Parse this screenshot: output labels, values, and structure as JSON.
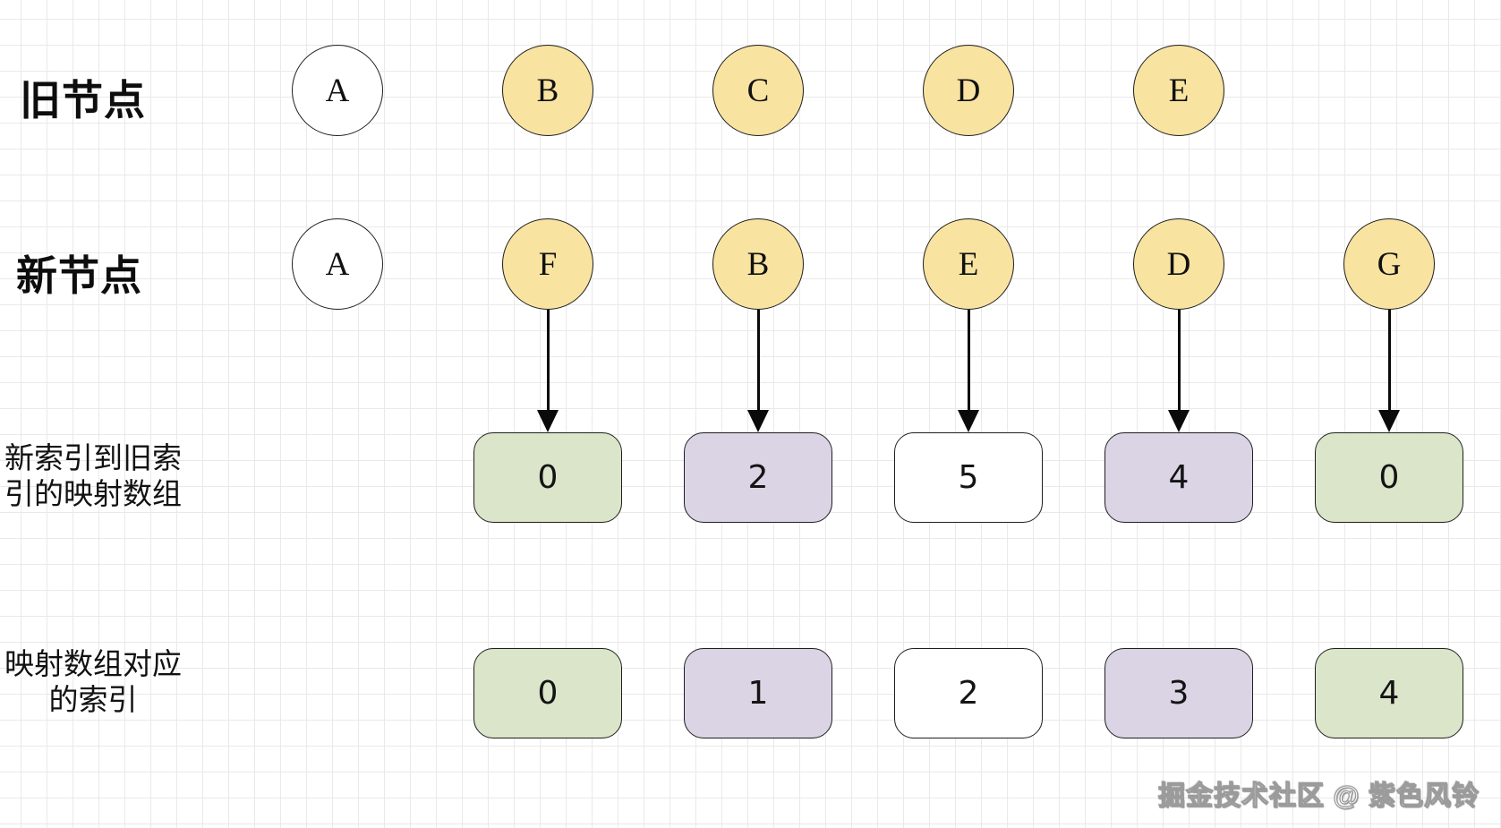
{
  "labels": {
    "old_row": "旧节点",
    "new_row": "新节点",
    "map_row_line1": "新索引到旧索",
    "map_row_line2": "引的映射数组",
    "index_row_line1": "映射数组对应",
    "index_row_line2": "的索引"
  },
  "old_nodes": [
    {
      "label": "A",
      "color": "white",
      "col": 0
    },
    {
      "label": "B",
      "color": "yellow",
      "col": 1
    },
    {
      "label": "C",
      "color": "yellow",
      "col": 2
    },
    {
      "label": "D",
      "color": "yellow",
      "col": 3
    },
    {
      "label": "E",
      "color": "yellow",
      "col": 4
    }
  ],
  "new_nodes": [
    {
      "label": "A",
      "color": "white",
      "col": 0,
      "arrow": false
    },
    {
      "label": "F",
      "color": "yellow",
      "col": 1,
      "arrow": true
    },
    {
      "label": "B",
      "color": "yellow",
      "col": 2,
      "arrow": true
    },
    {
      "label": "E",
      "color": "yellow",
      "col": 3,
      "arrow": true
    },
    {
      "label": "D",
      "color": "yellow",
      "col": 4,
      "arrow": true
    },
    {
      "label": "G",
      "color": "yellow",
      "col": 5,
      "arrow": true
    }
  ],
  "map_values": [
    {
      "value": "0",
      "color": "green",
      "col": 1
    },
    {
      "value": "2",
      "color": "purple",
      "col": 2
    },
    {
      "value": "5",
      "color": "white",
      "col": 3
    },
    {
      "value": "4",
      "color": "purple",
      "col": 4
    },
    {
      "value": "0",
      "color": "green",
      "col": 5
    }
  ],
  "index_values": [
    {
      "value": "0",
      "color": "green",
      "col": 1
    },
    {
      "value": "1",
      "color": "purple",
      "col": 2
    },
    {
      "value": "2",
      "color": "white",
      "col": 3
    },
    {
      "value": "3",
      "color": "purple",
      "col": 4
    },
    {
      "value": "4",
      "color": "green",
      "col": 5
    }
  ],
  "colors": {
    "yellow": "#F8E3A1",
    "green": "#DBE5C9",
    "purple": "#DAD4E5",
    "white": "#FFFFFF"
  },
  "watermark": "掘金技术社区 @ 紫色风铃"
}
